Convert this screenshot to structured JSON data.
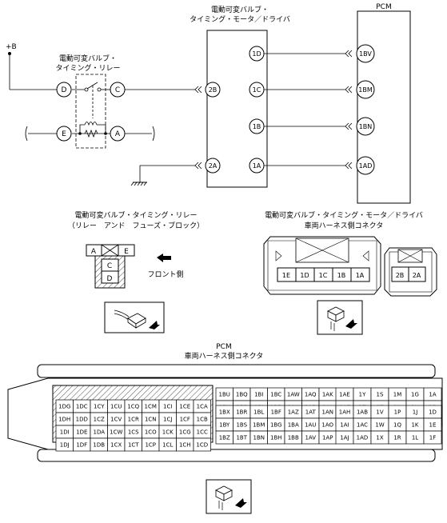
{
  "schematic": {
    "relay_title": [
      "電動可変バルブ・",
      "タイミング・リレー"
    ],
    "driver_title": [
      "電動可変バルブ・",
      "タイミング・モータ／ドライバ"
    ],
    "pcm_title": "PCM",
    "supply": "+B",
    "relay_pins": {
      "d": "D",
      "c": "C",
      "e": "E",
      "a": "A"
    },
    "driver_pins": {
      "p2b": "2B",
      "p2a": "2A",
      "p1d": "1D",
      "p1c": "1C",
      "p1b": "1B",
      "p1a": "1A"
    },
    "pcm_pins": {
      "bv": "1BV",
      "bm": "1BM",
      "bn": "1BN",
      "ad": "1AD"
    }
  },
  "relay_block": {
    "title": [
      "電動可変バルブ・タイミング・リレー",
      "（リレー　アンド　フューズ・ブロック）"
    ],
    "cells": {
      "a": "A",
      "e": "E",
      "c": "C",
      "d": "D"
    },
    "front": "フロント側"
  },
  "driver_connector": {
    "title": [
      "電動可変バルブ・タイミング・モータ／ドライバ",
      "車両ハーネス側コネクタ"
    ],
    "big_pins": [
      "1E",
      "1D",
      "1C",
      "1B",
      "1A"
    ],
    "small_pins": [
      "2B",
      "2A"
    ]
  },
  "pcm_connector": {
    "title": [
      "PCM",
      "車両ハーネス側コネクタ"
    ],
    "left_rows": [
      [
        "1DG",
        "1DC",
        "1CY",
        "1CU",
        "1CQ",
        "1CM",
        "1CI",
        "1CE",
        "1CA"
      ],
      [
        "1DH",
        "1DD",
        "1CZ",
        "1CV",
        "1CR",
        "1CN",
        "1CJ",
        "1CF",
        "1CB"
      ],
      [
        "1DI",
        "1DE",
        "1DA",
        "1CW",
        "1CS",
        "1CO",
        "1CK",
        "1CG",
        "1CC"
      ],
      [
        "1DJ",
        "1DF",
        "1DB",
        "1CX",
        "1CT",
        "1CP",
        "1CL",
        "1CH",
        "1CD"
      ]
    ],
    "mid_top": [
      [
        "1BU",
        "1BQ",
        "1BI",
        "1BC",
        "1AW",
        "1AQ",
        "1AK"
      ],
      [
        "1BV",
        "1BP",
        "1BJ",
        "1BD",
        "1AX",
        "1AR",
        "1AL"
      ],
      [
        "1BW",
        "1BQ",
        "1BK",
        "1BE",
        "1AY",
        "1AS",
        "1AM"
      ]
    ],
    "mid_bot": [
      [
        "1BX",
        "1BR",
        "1BL",
        "1BF",
        "1AZ",
        "1AT",
        "1AN"
      ],
      [
        "1BY",
        "1BS",
        "1BM",
        "1BG",
        "1BA",
        "1AU",
        "1AO"
      ],
      [
        "1BZ",
        "1BT",
        "1BN",
        "1BH",
        "1BB",
        "1AV",
        "1AP"
      ]
    ],
    "right_top": [
      [
        "1AE",
        "1Y",
        "1S",
        "1M",
        "1G",
        "1A"
      ],
      [
        "1AF",
        "1Z",
        "1T",
        "1N",
        "1H",
        "1B"
      ],
      [
        "1AG",
        "1AA",
        "1U",
        "1O",
        "1I",
        "1C"
      ]
    ],
    "right_bot": [
      [
        "1AH",
        "1AB",
        "1V",
        "1P",
        "1J",
        "1D"
      ],
      [
        "1AI",
        "1AC",
        "1W",
        "1Q",
        "1K",
        "1E"
      ],
      [
        "1AJ",
        "1AD",
        "1X",
        "1R",
        "1L",
        "1F"
      ]
    ]
  },
  "icons": [
    "connector-plug-icon",
    "connector-plug-icon",
    "connector-plug-icon"
  ]
}
